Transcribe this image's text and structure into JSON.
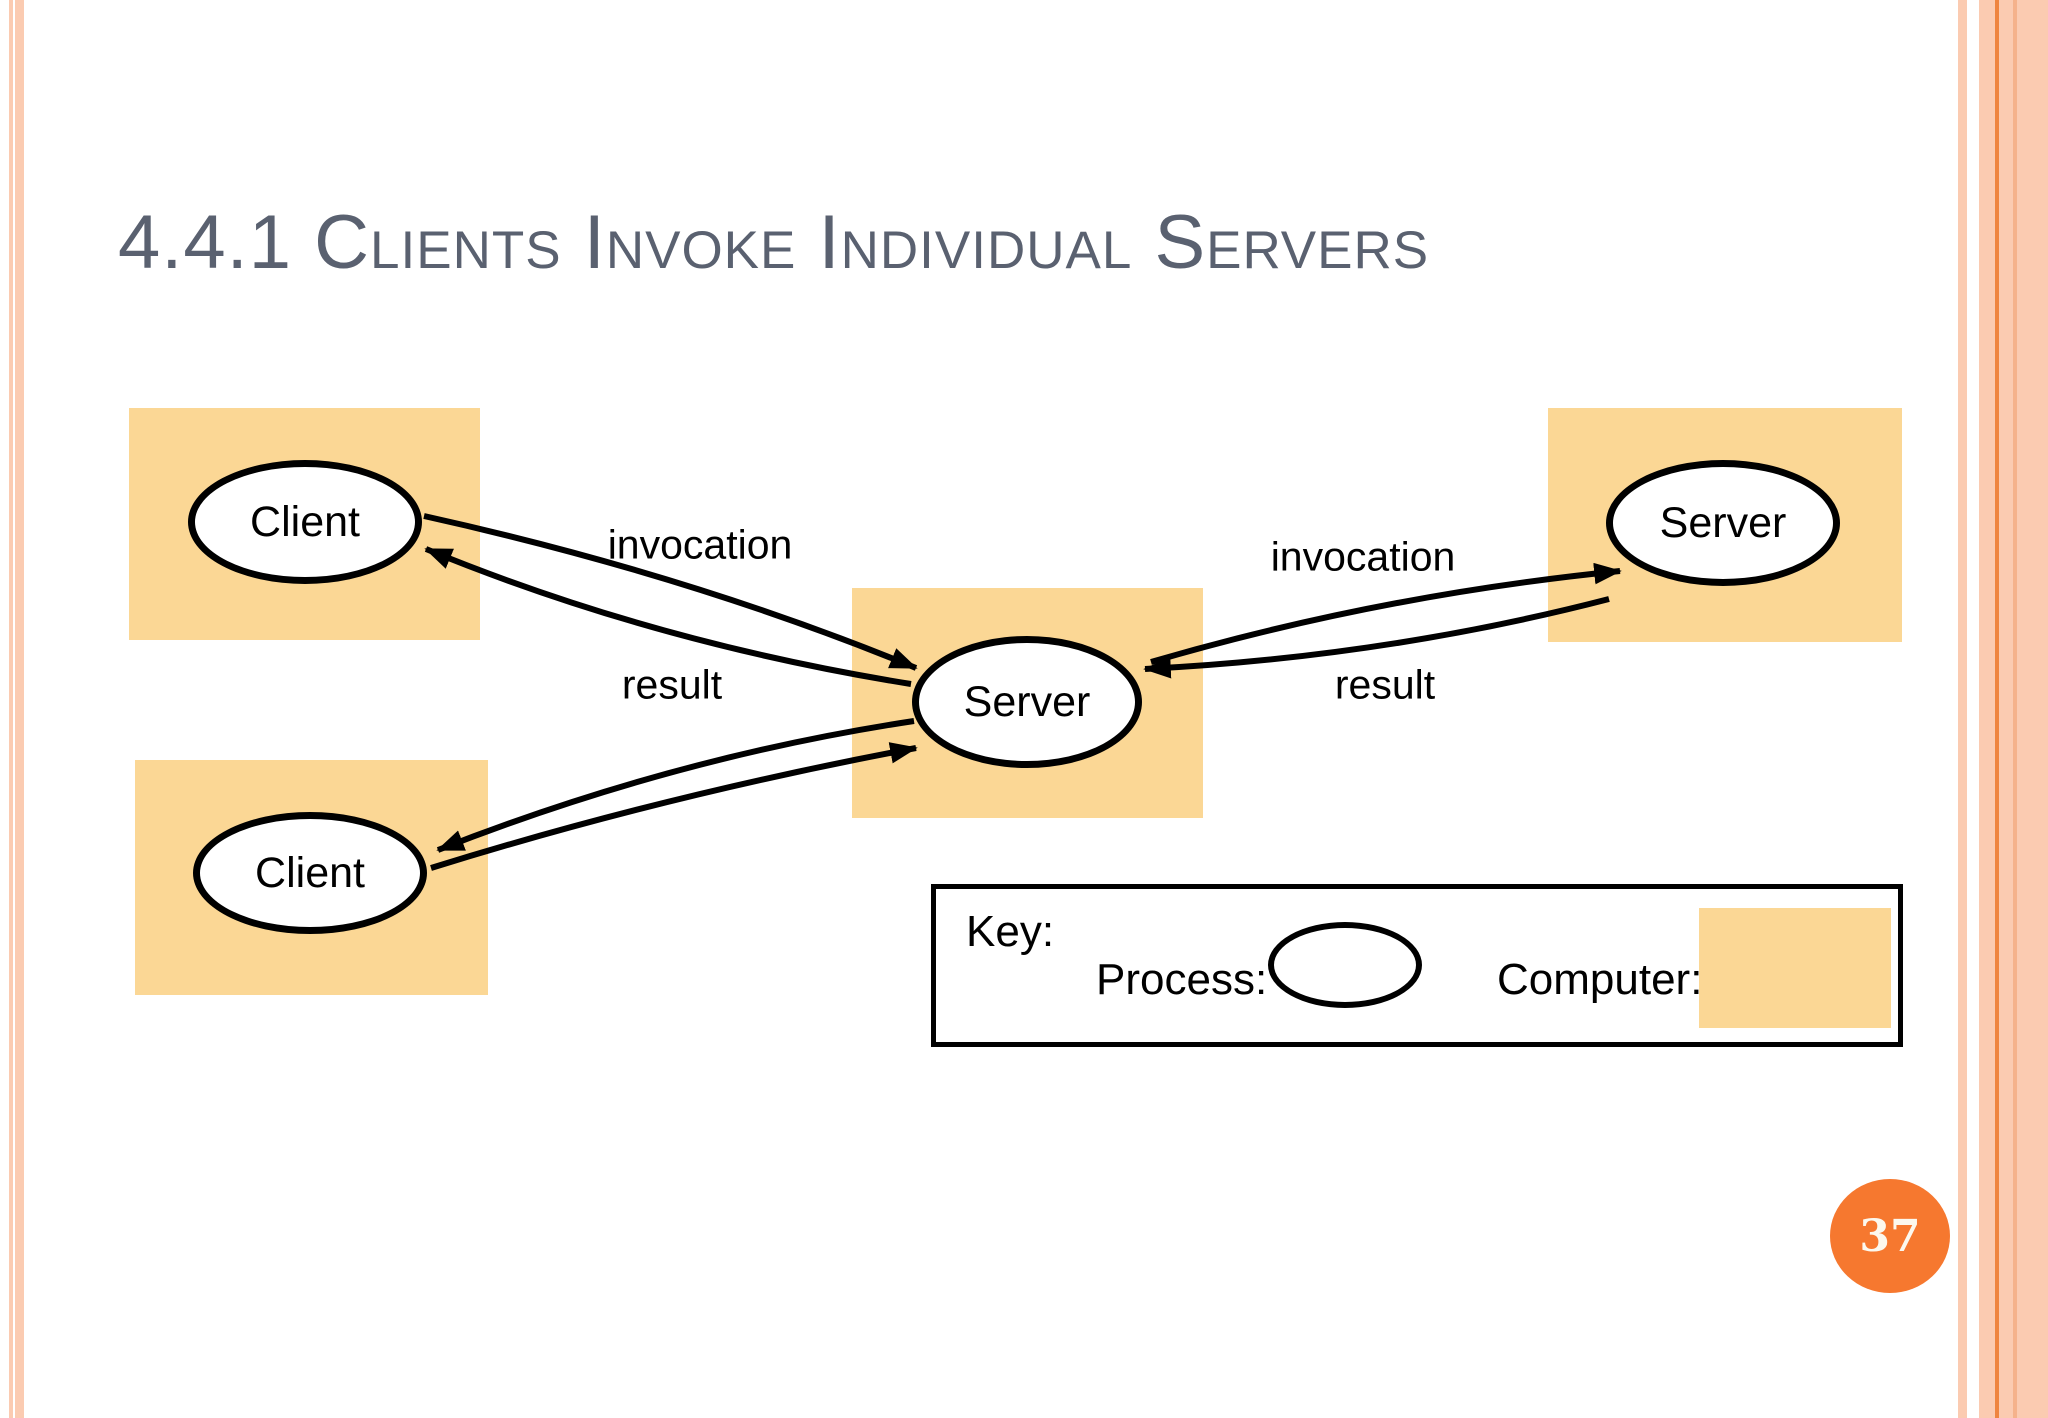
{
  "slide": {
    "title": "4.4.1 Clients Invoke Individual Servers",
    "page_number": "37"
  },
  "diagram": {
    "nodes": [
      {
        "id": "client-top",
        "label": "Client"
      },
      {
        "id": "client-bottom",
        "label": "Client"
      },
      {
        "id": "server-central",
        "label": "Server"
      },
      {
        "id": "server-right",
        "label": "Server"
      }
    ],
    "edge_labels": {
      "invocation_left": "invocation",
      "result_left": "result",
      "invocation_right": "invocation",
      "result_right": "result"
    }
  },
  "key": {
    "title": "Key:",
    "process_label": "Process:",
    "computer_label": "Computer:"
  },
  "colors": {
    "computer_fill": "#FBD795",
    "stripe_salmon": "#FBCBB1",
    "stripe_dark": "#EF8540",
    "stripe_medium": "#F5B28B",
    "page_circle": "#F6782F",
    "title_text": "#5A6170",
    "arrow": "#000000"
  }
}
